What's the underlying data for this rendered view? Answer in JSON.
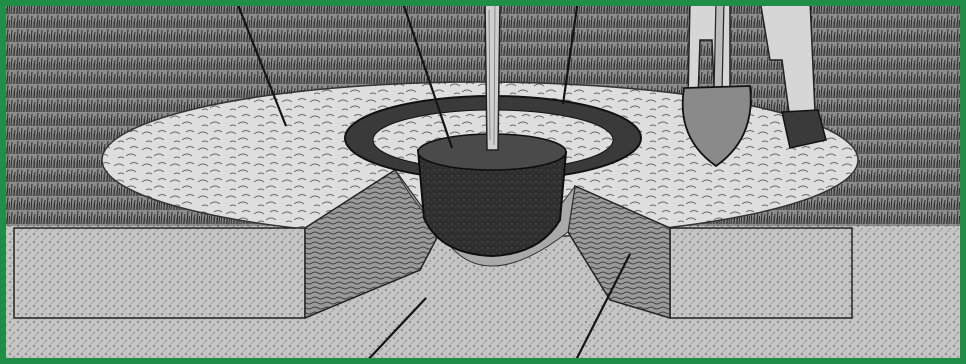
{
  "figure": {
    "subject": "tree-planting-cross-section",
    "border_color": "#1f8f47",
    "ink_color": "#141414",
    "labels": []
  },
  "callouts": [
    {
      "id": "mulch-layer"
    },
    {
      "id": "root-ball-top"
    },
    {
      "id": "soil-berm-ring"
    },
    {
      "id": "undisturbed-subsoil"
    },
    {
      "id": "loosened-backfill"
    }
  ]
}
